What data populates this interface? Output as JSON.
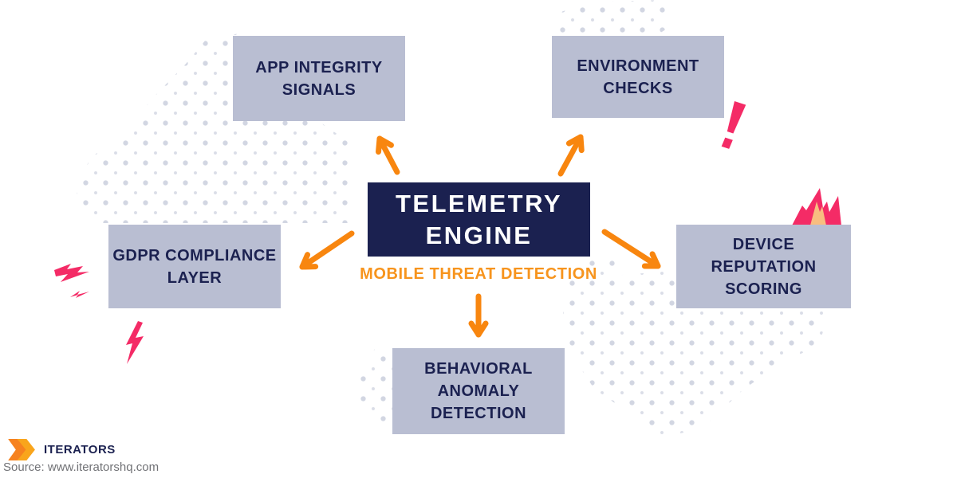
{
  "center": {
    "title": "TELEMETRY\nENGINE",
    "subtitle": "MOBILE THREAT DETECTION"
  },
  "nodes": [
    {
      "id": "app-integrity-signals",
      "label": "APP INTEGRITY\nSIGNALS"
    },
    {
      "id": "environment-checks",
      "label": "ENVIRONMENT\nCHECKS"
    },
    {
      "id": "gdpr-compliance-layer",
      "label": "GDPR COMPLIANCE\nLAYER"
    },
    {
      "id": "device-reputation-scoring",
      "label": "DEVICE\nREPUTATION\nSCORING"
    },
    {
      "id": "behavioral-anomaly-detection",
      "label": "BEHAVIORAL\nANOMALY\nDETECTION"
    }
  ],
  "footer": {
    "brand": "ITERATORS",
    "source": "Source: www.iteratorshq.com"
  },
  "decorations": [
    {
      "name": "lightning-bolt-icon",
      "count": 3,
      "color": "#f42b66"
    },
    {
      "name": "exclamation-icon",
      "color": "#f42b66"
    },
    {
      "name": "flame-icon",
      "outer_color": "#f42b66",
      "inner_color": "#f8bd80"
    },
    {
      "name": "halftone-dots",
      "color": "#d2d6e2"
    }
  ],
  "colors": {
    "navy": "#1b2150",
    "box_fill": "#b9bed2",
    "arrow_orange": "#f8860f",
    "subtitle_orange": "#f7941d",
    "pink": "#f42b66",
    "flame_inner_peach": "#f8bd80",
    "dots_gray": "#d2d6e2",
    "logo_orange_dark": "#f6821f",
    "logo_orange_light": "#f9a51c",
    "source_gray": "#717276"
  }
}
